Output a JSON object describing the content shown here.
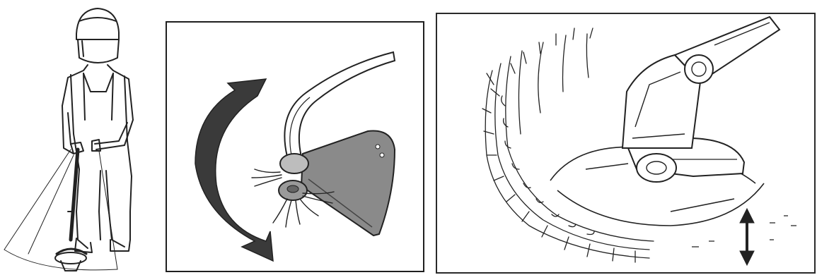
{
  "figure": {
    "panels": [
      {
        "id": "operator",
        "description_icon": "operator-with-trimmer-icon"
      },
      {
        "id": "rotation",
        "description_icon": "rotation-direction-icon"
      },
      {
        "id": "cutting",
        "description_icon": "trimmer-cutting-grass-icon"
      }
    ]
  },
  "colors": {
    "line": "#222222",
    "arrow_fill": "#3a3a3a",
    "guard_fill": "#8a8a8a",
    "pole_fill": "#9a9a9a",
    "background": "#ffffff"
  }
}
